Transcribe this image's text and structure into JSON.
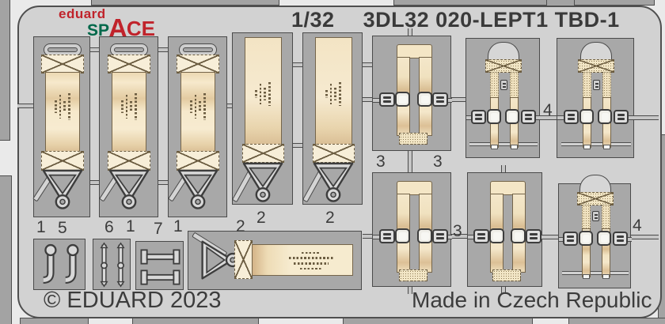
{
  "header": {
    "brand": "eduard",
    "logo_sp": "SP",
    "logo_a": "A",
    "logo_ce": "CE",
    "scale": "1/32",
    "code": "3DL32 020-LEPT1 TBD-1"
  },
  "footer": {
    "copyright": "© EDUARD 2023",
    "origin": "Made in Czech Republic"
  },
  "part_labels": {
    "l1a": "1",
    "l5": "5",
    "l6": "6",
    "l1b": "1",
    "l7": "7",
    "l1c": "1",
    "l2a": "2",
    "l2b": "2",
    "l2c": "2",
    "l3a": "3",
    "l3b": "3",
    "l3c": "3",
    "l4a": "4",
    "l4b": "4"
  },
  "colors": {
    "background": "#eaeaea",
    "sheet": "#d2d2d2",
    "plate": "#a8a8a8",
    "frame": "#a3a3a3",
    "outline": "#4a4a4a",
    "belt": "#f5e8ca",
    "belt_shade": "#d8bc92",
    "pad": "#f7eed8",
    "stencil": "#6b5c40",
    "logo_red": "#c0232b",
    "logo_green": "#00684a",
    "text": "#3c3c3c"
  }
}
